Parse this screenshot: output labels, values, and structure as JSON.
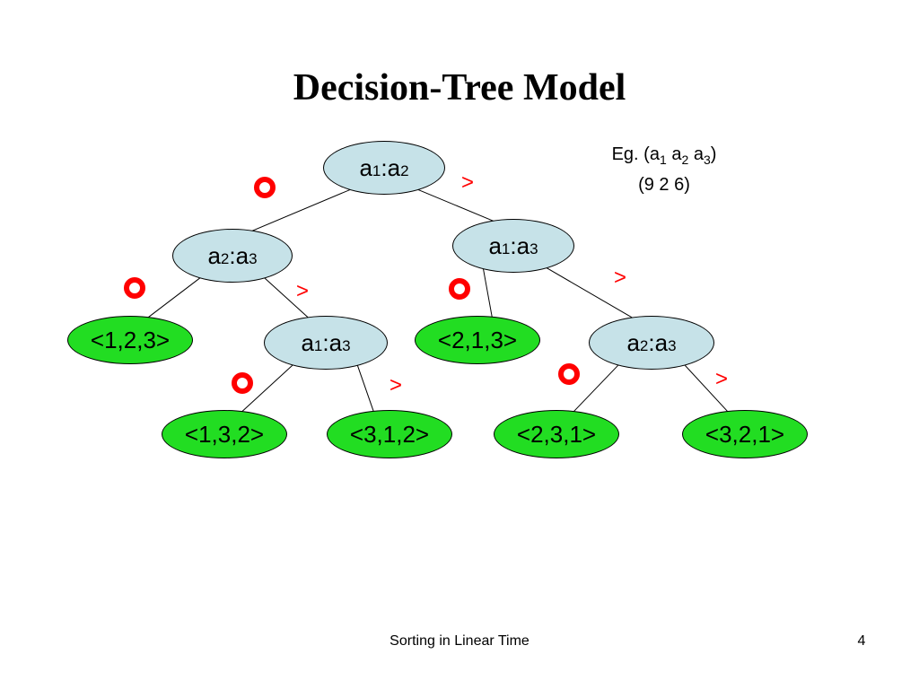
{
  "title": "Decision-Tree Model",
  "example": {
    "line1_prefix": "Eg. (",
    "vars": [
      {
        "base": "a",
        "sub": "1"
      },
      {
        "base": "a",
        "sub": "2"
      },
      {
        "base": "a",
        "sub": "3"
      }
    ],
    "line1_suffix": ")",
    "line2": "(9 2 6)"
  },
  "tree": {
    "nodes": [
      {
        "id": "root",
        "kind": "compare",
        "left": {
          "base": "a",
          "sub": "1"
        },
        "sep": ":",
        "right": {
          "base": "a",
          "sub": "2"
        }
      },
      {
        "id": "n-left",
        "kind": "compare",
        "left": {
          "base": "a",
          "sub": "2"
        },
        "sep": ":",
        "right": {
          "base": "a",
          "sub": "3"
        }
      },
      {
        "id": "n-right",
        "kind": "compare",
        "left": {
          "base": "a",
          "sub": "1"
        },
        "sep": ":",
        "right": {
          "base": "a",
          "sub": "3"
        }
      },
      {
        "id": "leaf-123",
        "kind": "leaf",
        "label": "<1,2,3>"
      },
      {
        "id": "n-left-right",
        "kind": "compare",
        "left": {
          "base": "a",
          "sub": "1"
        },
        "sep": ":",
        "right": {
          "base": "a",
          "sub": "3"
        }
      },
      {
        "id": "leaf-213",
        "kind": "leaf",
        "label": "<2,1,3>"
      },
      {
        "id": "n-right-right",
        "kind": "compare",
        "left": {
          "base": "a",
          "sub": "2"
        },
        "sep": ":",
        "right": {
          "base": "a",
          "sub": "3"
        }
      },
      {
        "id": "leaf-132",
        "kind": "leaf",
        "label": "<1,3,2>"
      },
      {
        "id": "leaf-312",
        "kind": "leaf",
        "label": "<3,1,2>"
      },
      {
        "id": "leaf-231",
        "kind": "leaf",
        "label": "<2,3,1>"
      },
      {
        "id": "leaf-321",
        "kind": "leaf",
        "label": "<3,2,1>"
      }
    ],
    "edges": [
      {
        "from": "root",
        "to": "n-left",
        "branch": "le"
      },
      {
        "from": "root",
        "to": "n-right",
        "branch": "gt"
      },
      {
        "from": "n-left",
        "to": "leaf-123",
        "branch": "le"
      },
      {
        "from": "n-left",
        "to": "n-left-right",
        "branch": "gt"
      },
      {
        "from": "n-right",
        "to": "leaf-213",
        "branch": "le"
      },
      {
        "from": "n-right",
        "to": "n-right-right",
        "branch": "gt"
      },
      {
        "from": "n-left-right",
        "to": "leaf-132",
        "branch": "le"
      },
      {
        "from": "n-left-right",
        "to": "leaf-312",
        "branch": "gt"
      },
      {
        "from": "n-right-right",
        "to": "leaf-231",
        "branch": "le"
      },
      {
        "from": "n-right-right",
        "to": "leaf-321",
        "branch": "gt"
      }
    ],
    "gt_symbol": ">"
  },
  "colors": {
    "internal_fill": "#c6e2e8",
    "leaf_fill": "#22dd22",
    "branch_mark": "#ff0000"
  },
  "footer": {
    "text": "Sorting in Linear Time",
    "page": "4"
  }
}
